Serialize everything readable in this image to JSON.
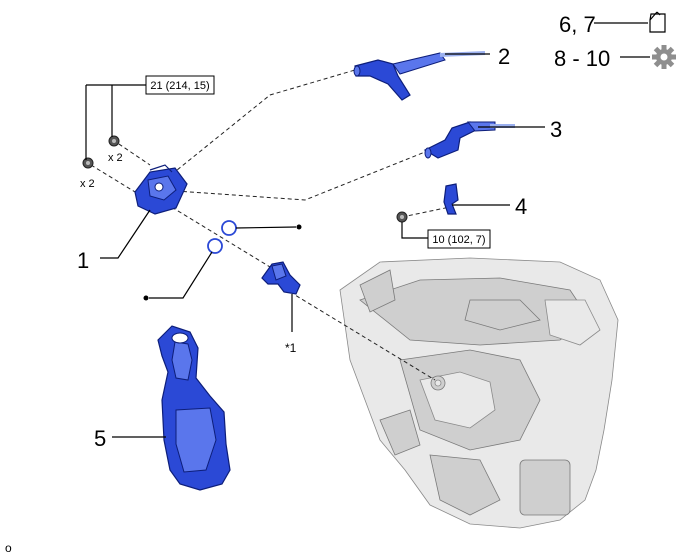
{
  "callouts": {
    "c1": "1",
    "c2": "2",
    "c3": "3",
    "c4": "4",
    "c5": "5",
    "c6_7": "6, 7",
    "c8_10": "8 - 10",
    "star1": "*1"
  },
  "torque": {
    "t21": "21 (214, 15)",
    "t10": "10 (102, 7)"
  },
  "quantity": {
    "q_top": "x 2",
    "q_left": "x 2"
  },
  "corner_mark": "o",
  "icons": {
    "oil_can": "oil-can-icon",
    "gear": "gear-icon"
  },
  "colors": {
    "part_blue": "#2b49d6",
    "gear_gray": "#8e8e8e"
  }
}
